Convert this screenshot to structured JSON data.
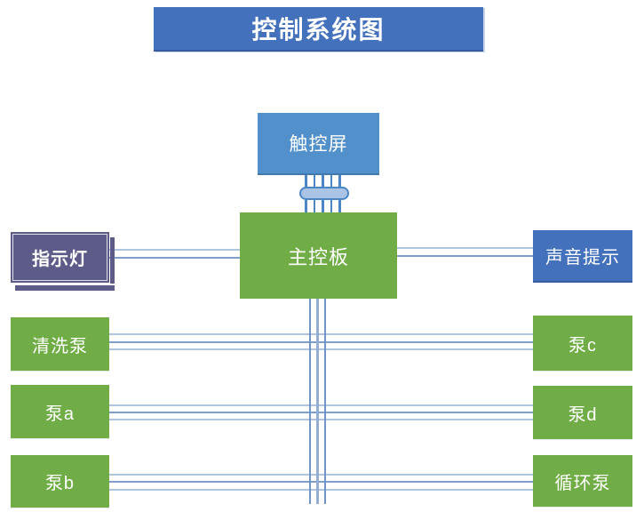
{
  "title": {
    "label": "控制系统图"
  },
  "nodes": {
    "touchscreen": {
      "label": "触控屏"
    },
    "mainboard": {
      "label": "主控板"
    },
    "indicator": {
      "label": "指示灯"
    },
    "sound_alert": {
      "label": "声音提示"
    },
    "wash_pump": {
      "label": "清洗泵"
    },
    "pump_a": {
      "label": "泵a"
    },
    "pump_b": {
      "label": "泵b"
    },
    "pump_c": {
      "label": "泵c"
    },
    "pump_d": {
      "label": "泵d"
    },
    "circulation_pump": {
      "label": "循环泵"
    }
  },
  "colors": {
    "title-blue": "#4471bb",
    "screen-blue": "#5190ca",
    "board-green": "#70ad47",
    "indicator-purple": "#5d5b88",
    "sound-blue": "#4471bb",
    "connector-dark": "#4d86c6",
    "ellipse-fill": "#a9c4e4",
    "line-light": "#aec5e0",
    "line-mid": "#7f9fcb",
    "bus-outer": "#6f96c6",
    "bus-inner": "#93aed2"
  }
}
